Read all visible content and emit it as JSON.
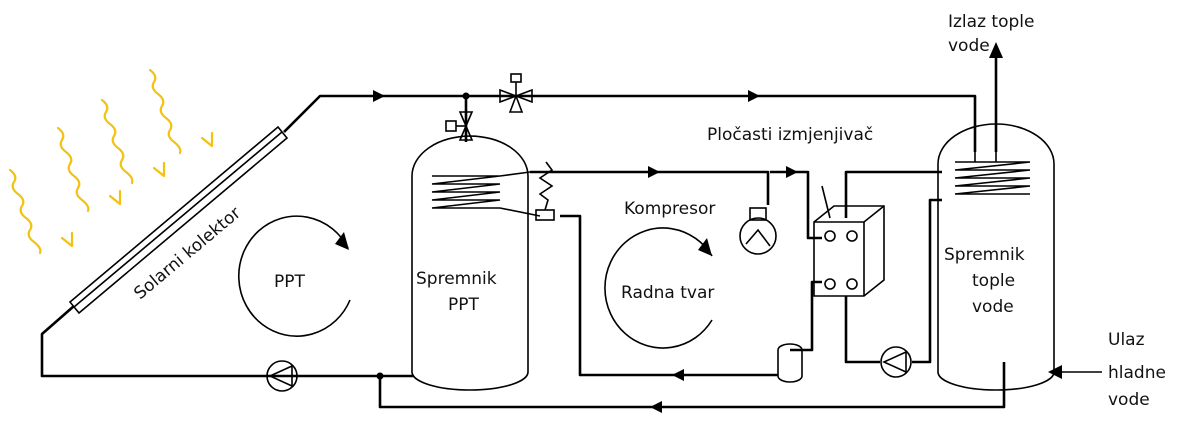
{
  "labels": {
    "hot_water_outlet": [
      "Izlaz tople",
      "vode"
    ],
    "plate_exchanger": "Pločasti izmjenjivač",
    "compressor": "Kompresor",
    "solar_collector": "Solarni kolektor",
    "ppt_loop": "PPT",
    "ppt_tank": [
      "Spremnik",
      "PPT"
    ],
    "working_fluid": "Radna tvar",
    "hot_water_tank": [
      "Spremnik",
      "tople",
      "vode"
    ],
    "cold_water_inlet": [
      "Ulaz",
      "hladne",
      "vode"
    ]
  },
  "colors": {
    "line": "#000000",
    "sun_rays": "#f4c20d",
    "background": "#ffffff"
  }
}
